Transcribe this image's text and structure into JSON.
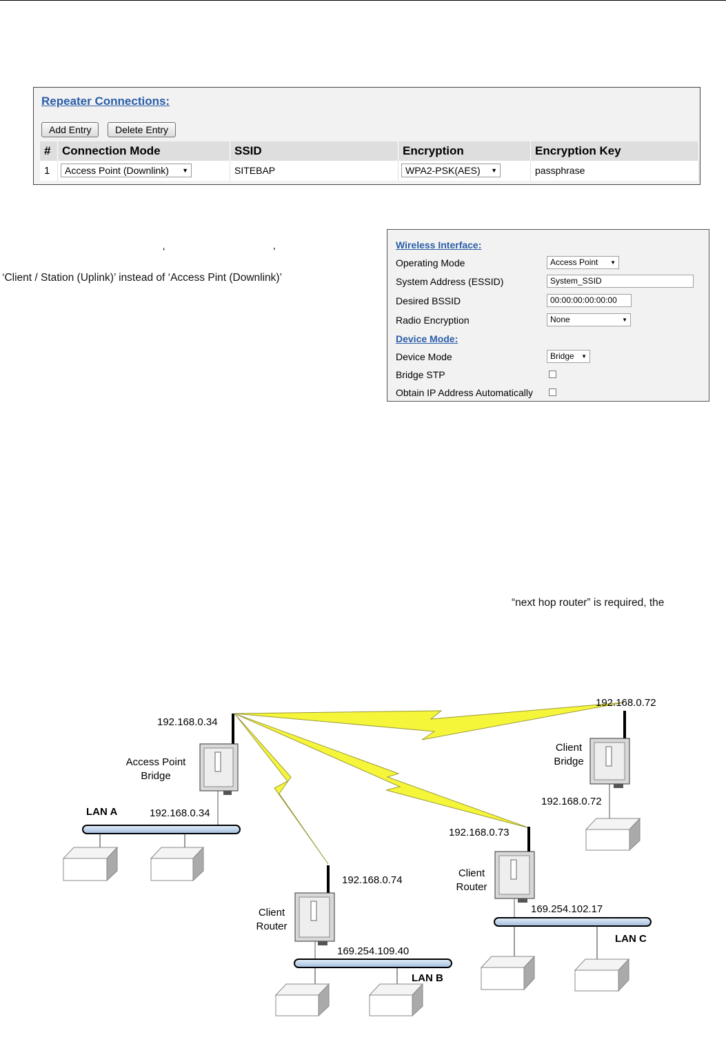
{
  "repeater": {
    "title": "Repeater Connections:",
    "add_entry": "Add Entry",
    "delete_entry": "Delete Entry",
    "columns": [
      "#",
      "Connection Mode",
      "SSID",
      "Encryption",
      "Encryption Key"
    ],
    "row": {
      "index": "1",
      "connection_mode": "Access Point (Downlink)",
      "ssid": "SITEBAP",
      "encryption": "WPA2-PSK(AES)",
      "key": "passphrase"
    }
  },
  "body_text": {
    "quote_open": "‘",
    "quote_close": "’",
    "line1": "‘Client / Station (Uplink)’ instead of ‘Access Pint (Downlink)’",
    "line2": "“next hop router” is required, the"
  },
  "wireless": {
    "heading": "Wireless Interface:",
    "operating_mode_label": "Operating Mode",
    "operating_mode_value": "Access Point",
    "essid_label": "System Address (ESSID)",
    "essid_value": "System_SSID",
    "bssid_label": "Desired BSSID",
    "bssid_value": "00:00:00:00:00:00",
    "encryption_label": "Radio Encryption",
    "encryption_value": "None",
    "device_heading": "Device Mode:",
    "device_mode_label": "Device Mode",
    "device_mode_value": "Bridge",
    "stp_label": "Bridge STP",
    "obtain_ip_label": "Obtain IP Address Automatically"
  },
  "diagram": {
    "ap_ip_top": "192.168.0.34",
    "ap_name_1": "Access Point",
    "ap_name_2": "Bridge",
    "lan_a": "LAN A",
    "ap_ip_lan": "192.168.0.34",
    "cb_ip_top": "192.168.0.72",
    "cb_name_1": "Client",
    "cb_name_2": "Bridge",
    "cb_ip_lan": "192.168.0.72",
    "cr1_ip_top": "192.168.0.73",
    "cr1_name_1": "Client",
    "cr1_name_2": "Router",
    "cr1_ip_lan": "169.254.102.17",
    "lan_c": "LAN C",
    "cr2_ip_top": "192.168.0.74",
    "cr2_name_1": "Client",
    "cr2_name_2": "Router",
    "cr2_ip_lan": "169.254.109.40",
    "lan_b": "LAN B",
    "bolt_color": "#f5f53a",
    "bus_color": "#bcd3ea"
  }
}
